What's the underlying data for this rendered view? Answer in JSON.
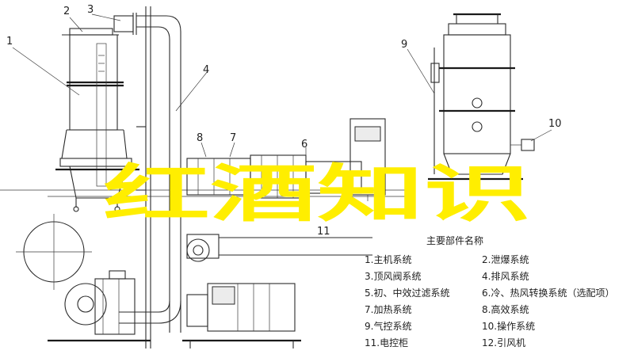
{
  "watermark": "红酒知识",
  "legend": {
    "title": "主要部件名称",
    "items": [
      "1.主机系统",
      "2.泄爆系统",
      "3.顶风阀系统",
      "4.排风系统",
      "5.初、中效过滤系统",
      "6.冷、热风转换系统（选配项）",
      "7.加热系统",
      "8.高效系统",
      "9.气控系统",
      "10.操作系统",
      "11.电控柜",
      "12.引风机"
    ]
  },
  "callouts": [
    "1",
    "2",
    "3",
    "4",
    "6",
    "7",
    "8",
    "9",
    "10",
    "11"
  ]
}
